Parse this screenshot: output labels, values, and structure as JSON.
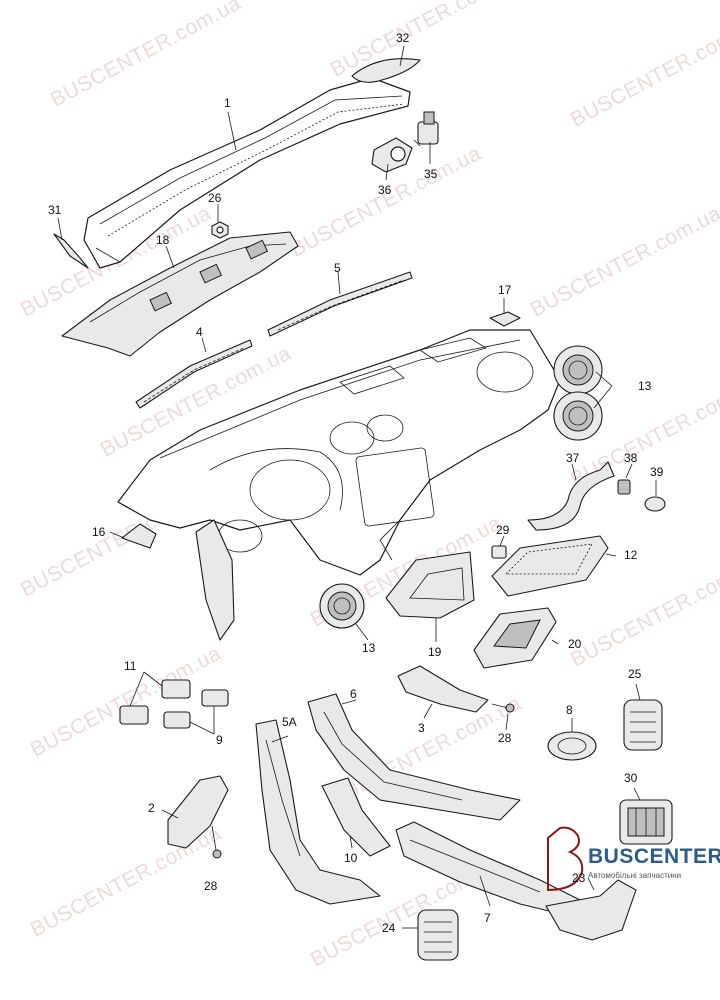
{
  "watermark": {
    "text": "BUSCENTER.com.ua"
  },
  "brand": {
    "name": "BUSCENTER",
    "tagline": "Автомобільні запчастини"
  },
  "callouts": {
    "c1": "1",
    "c2": "2",
    "c3": "3",
    "c4": "4",
    "c5": "5",
    "c5a": "5A",
    "c6": "6",
    "c7": "7",
    "c8": "8",
    "c9": "9",
    "c10": "10",
    "c11": "11",
    "c12": "12",
    "c13a": "13",
    "c13b": "13",
    "c16": "16",
    "c17": "17",
    "c18": "18",
    "c19": "19",
    "c20": "20",
    "c23": "23",
    "c24": "24",
    "c25": "25",
    "c26": "26",
    "c28a": "28",
    "c28b": "28",
    "c29": "29",
    "c30": "30",
    "c31": "31",
    "c32": "32",
    "c35": "35",
    "c36": "36",
    "c37": "37",
    "c38": "38",
    "c39": "39"
  }
}
